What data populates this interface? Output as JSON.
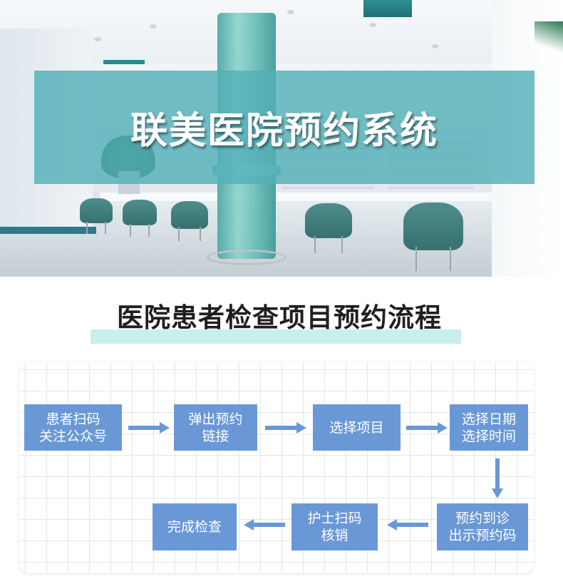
{
  "banner": {
    "title": "联美医院预约系统"
  },
  "section": {
    "title": "医院患者检查项目预约流程"
  },
  "colors": {
    "banner_overlay": "#54b0b8",
    "step_box": "#6a98d6",
    "arrow": "#6a98d6",
    "title_underline": "#c8f0ea"
  },
  "flow": {
    "steps": [
      {
        "line1": "患者扫码",
        "line2": "关注公众号"
      },
      {
        "line1": "弹出预约",
        "line2": "链接"
      },
      {
        "line1": "选择项目",
        "line2": ""
      },
      {
        "line1": "选择日期",
        "line2": "选择时间"
      },
      {
        "line1": "预约到诊",
        "line2": "出示预约码"
      },
      {
        "line1": "护士扫码",
        "line2": "核销"
      },
      {
        "line1": "完成检查",
        "line2": ""
      }
    ]
  }
}
